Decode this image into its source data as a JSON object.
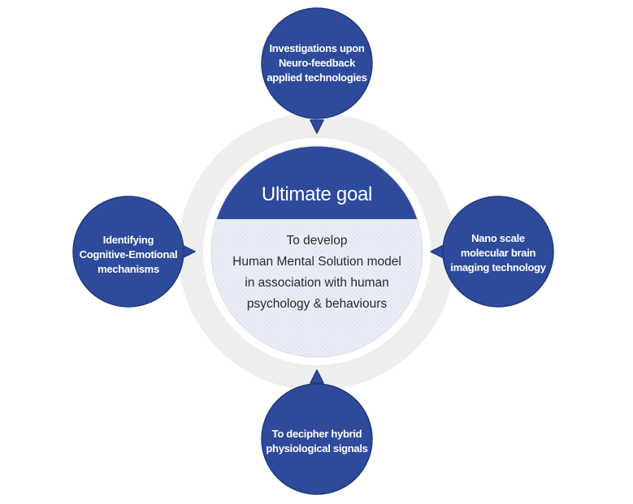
{
  "center": {
    "title": "Ultimate goal",
    "lines": [
      "To develop",
      "Human Mental Solution model",
      "in association with human",
      "psychology & behaviours"
    ]
  },
  "bubbles": {
    "top": {
      "lines": [
        "Investigations upon",
        "Neuro-feedback",
        "applied technologies"
      ]
    },
    "left": {
      "lines": [
        "Identifying",
        "Cognitive-Emotional",
        "mechanisms"
      ]
    },
    "right": {
      "lines": [
        "Nano scale",
        "molecular brain",
        "imaging technology"
      ]
    },
    "bottom": {
      "lines": [
        "To decipher hybrid",
        "physiological signals"
      ]
    }
  },
  "colors": {
    "bubble_fill": "#2e4a9b",
    "bubble_stroke": "#22397c",
    "ring": "#eeeeee",
    "center_bottom": "#e9ecf6"
  }
}
